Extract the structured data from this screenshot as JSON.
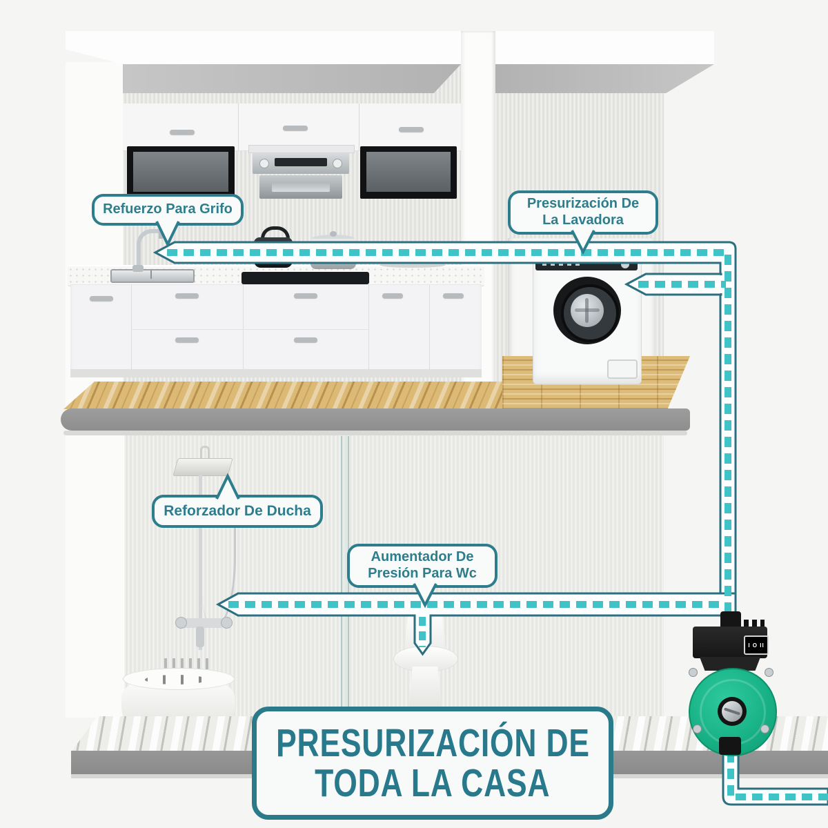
{
  "diagram": {
    "callouts": {
      "faucet": {
        "text": "Refuerzo Para Grifo"
      },
      "washer": {
        "line1": "Presurización De",
        "line2": "La Lavadora"
      },
      "shower": {
        "text": "Reforzador De Ducha"
      },
      "wc": {
        "line1": "Aumentador De",
        "line2": "Presión Para Wc"
      }
    },
    "title": {
      "line1": "PRESURIZACIÓN DE",
      "line2": "TODA LA CASA"
    },
    "pump": {
      "switch_label": "I O II"
    },
    "colors": {
      "callout_teal": "#2e7d8c",
      "pipe_outline": "#2c6f7e",
      "pipe_dash": "#3fc3c6",
      "pump_green": "#1bb88c",
      "title_teal": "#27798b",
      "wood": "#dcba76"
    }
  }
}
